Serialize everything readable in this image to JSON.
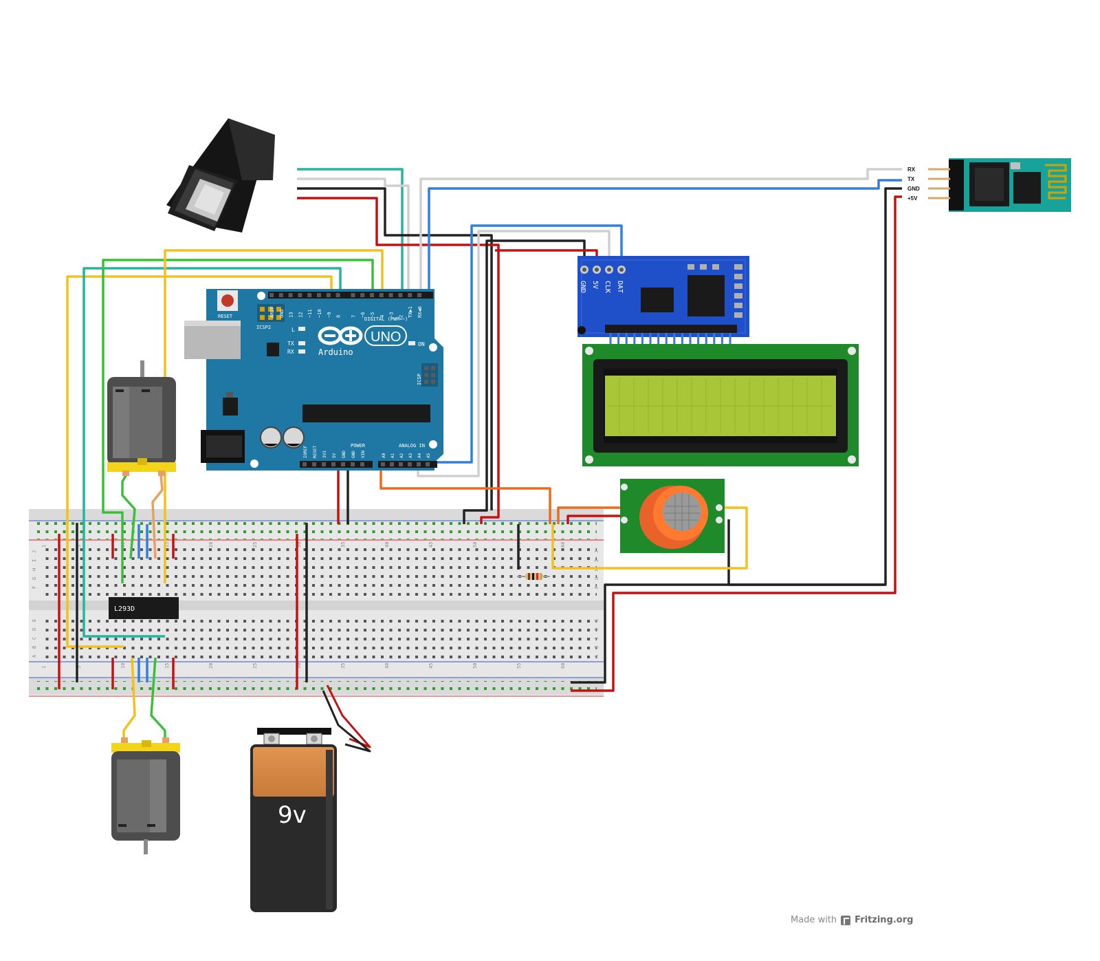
{
  "arduino": {
    "reset_label": "RESET",
    "icsp2_label": "ICSP2",
    "icsp_label": "ICSP",
    "logo_text": "UNO",
    "brand": "Arduino",
    "l_label": "L",
    "tx_label": "TX",
    "rx_label": "RX",
    "on_label": "ON",
    "digital_header": "DIGITAL (PWM=~)",
    "digital_pins": [
      "AREF",
      "GND",
      "13",
      "12",
      "~11",
      "~10",
      "~9",
      "8",
      "7",
      "~6",
      "~5",
      "4",
      "~3",
      "2",
      "TX▶1",
      "RX◀0"
    ],
    "power_header": "POWER",
    "power_pins": [
      "IOREF",
      "RESET",
      "3V3",
      "5V",
      "GND",
      "GND",
      "VIN"
    ],
    "analog_header": "ANALOG IN",
    "analog_pins": [
      "A0",
      "A1",
      "A2",
      "A3",
      "A4",
      "A5"
    ]
  },
  "i2c_backpack": {
    "pins": [
      "GND",
      "5V",
      "CLK",
      "DAT"
    ]
  },
  "bluetooth": {
    "pins": [
      "RX",
      "TX",
      "GND",
      "+5V"
    ]
  },
  "motor_driver": {
    "chip_label": "L293D"
  },
  "battery": {
    "label": "9v"
  },
  "breadboard": {
    "column_numbers": [
      "1",
      "5",
      "10",
      "15",
      "20",
      "25",
      "30",
      "35",
      "40",
      "45",
      "50",
      "55",
      "60"
    ],
    "row_letters_top": [
      "J",
      "I",
      "H",
      "G",
      "F"
    ],
    "row_letters_bottom": [
      "E",
      "D",
      "C",
      "B",
      "A"
    ]
  },
  "credit": {
    "prefix": "Made with",
    "brand": "Fritzing.org"
  }
}
